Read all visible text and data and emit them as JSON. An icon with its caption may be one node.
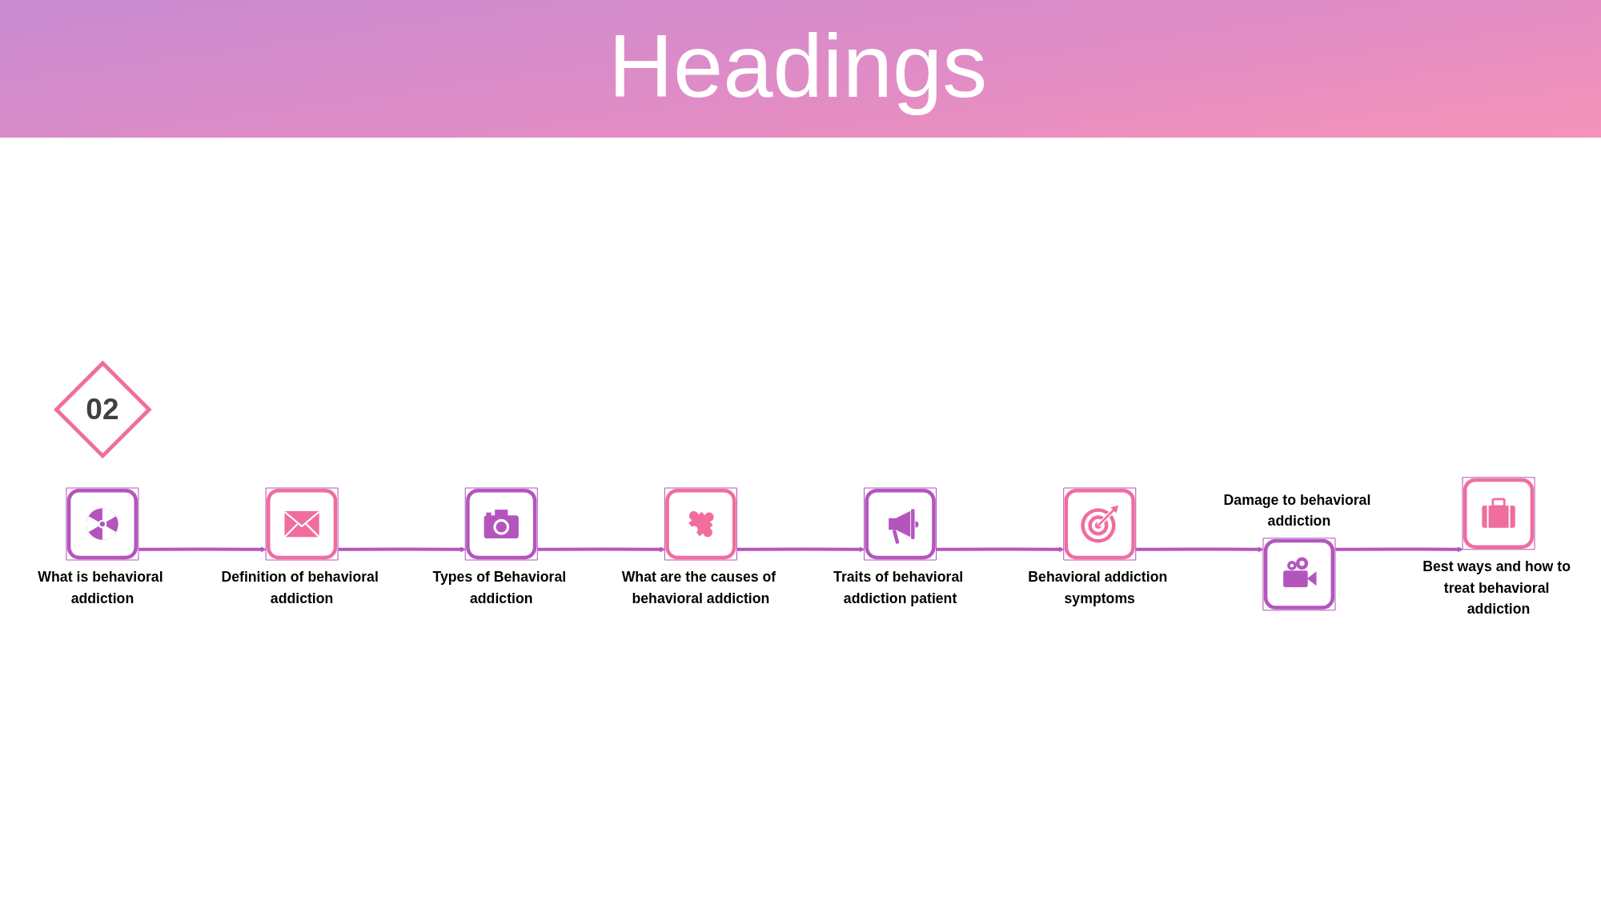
{
  "diagram": {
    "title": "Headings",
    "nodes": [
      {
        "text": [
          "02"
        ]
      },
      {
        "text": [
          "What is behavioral addiction"
        ]
      },
      {
        "text": [
          "Definition of behavioral addiction"
        ]
      },
      {
        "text": [
          "Types of Behavioral addiction"
        ]
      },
      {
        "text": [
          "What are the causes of behavioral addiction"
        ]
      },
      {
        "text": [
          "Traits of behavioral addiction patient"
        ]
      },
      {
        "text": [
          "Behavioral addiction symptoms"
        ]
      },
      {
        "text": [
          "Damage to behavioral addiction"
        ]
      },
      {
        "text": [
          "Best ways and how to treat behavioral addiction"
        ]
      }
    ],
    "edges": [
      {
        "from": 1,
        "to": 2,
        "arrow": "to"
      },
      {
        "from": 2,
        "to": 3,
        "arrow": "to"
      },
      {
        "from": 3,
        "to": 4,
        "arrow": "to"
      },
      {
        "from": 4,
        "to": 5,
        "arrow": "to"
      },
      {
        "from": 5,
        "to": 6,
        "arrow": "to"
      },
      {
        "from": 6,
        "to": 7,
        "arrow": "to"
      },
      {
        "from": 7,
        "to": 8,
        "arrow": "to"
      }
    ]
  }
}
